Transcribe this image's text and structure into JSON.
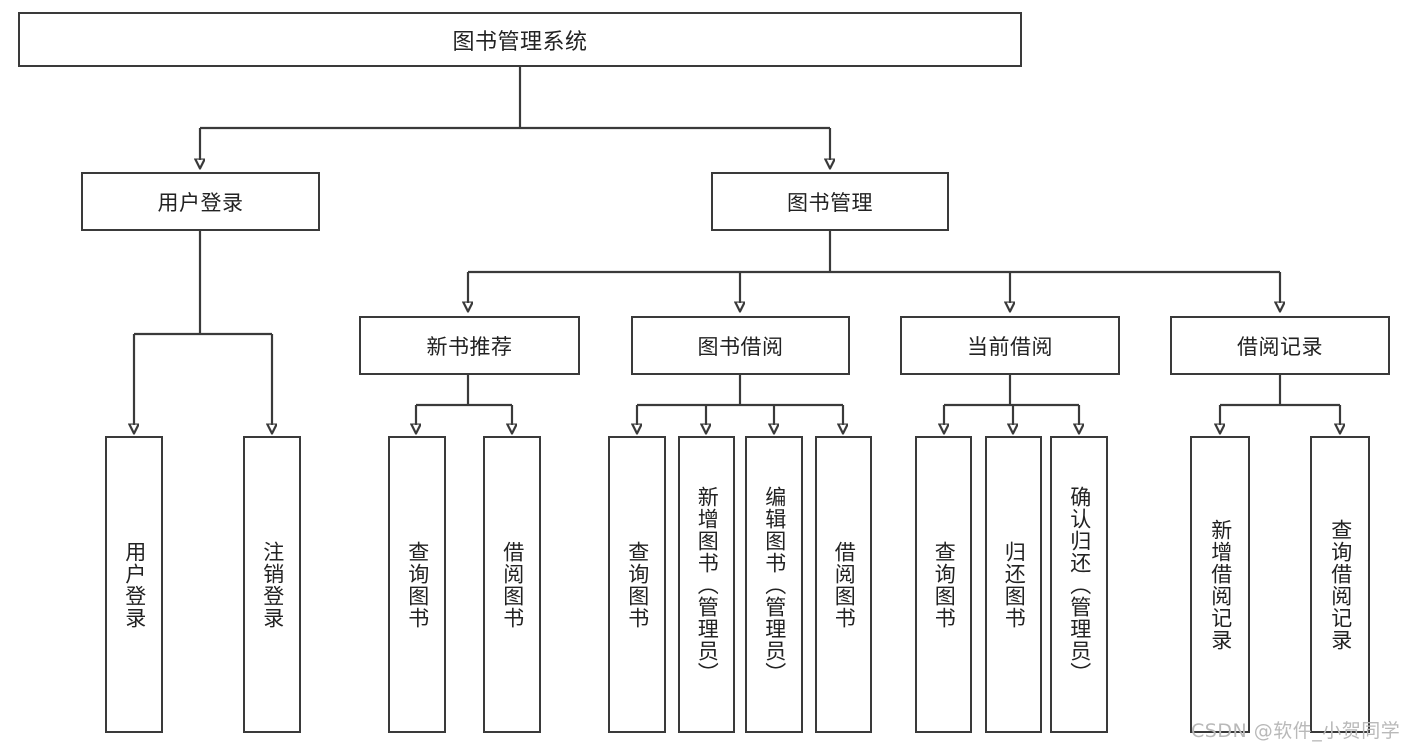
{
  "diagram": {
    "type": "hierarchy-tree",
    "title": "图书管理系统",
    "watermark": "CSDN @软件_小贺同学",
    "colors": {
      "stroke": "#3a3a3a",
      "fill": "#ffffff",
      "text": "#222222",
      "watermark": "#b9b9b9"
    },
    "nodes": {
      "root": {
        "label": "图书管理系统"
      },
      "level2": [
        {
          "label": "用户登录"
        },
        {
          "label": "图书管理"
        }
      ],
      "level3": [
        {
          "label": "新书推荐"
        },
        {
          "label": "图书借阅"
        },
        {
          "label": "当前借阅"
        },
        {
          "label": "借阅记录"
        }
      ],
      "leaves": [
        {
          "label": "用户登录",
          "parent": "用户登录"
        },
        {
          "label": "注销登录",
          "parent": "用户登录"
        },
        {
          "label": "查询图书",
          "parent": "新书推荐"
        },
        {
          "label": "借阅图书",
          "parent": "新书推荐"
        },
        {
          "label": "查询图书",
          "parent": "图书借阅"
        },
        {
          "label": "新增图书（管理员）",
          "parent": "图书借阅"
        },
        {
          "label": "编辑图书（管理员）",
          "parent": "图书借阅"
        },
        {
          "label": "借阅图书",
          "parent": "图书借阅"
        },
        {
          "label": "查询图书",
          "parent": "当前借阅"
        },
        {
          "label": "归还图书",
          "parent": "当前借阅"
        },
        {
          "label": "确认归还（管理员）",
          "parent": "当前借阅"
        },
        {
          "label": "新增借阅记录",
          "parent": "借阅记录"
        },
        {
          "label": "查询借阅记录",
          "parent": "借阅记录"
        }
      ]
    }
  }
}
